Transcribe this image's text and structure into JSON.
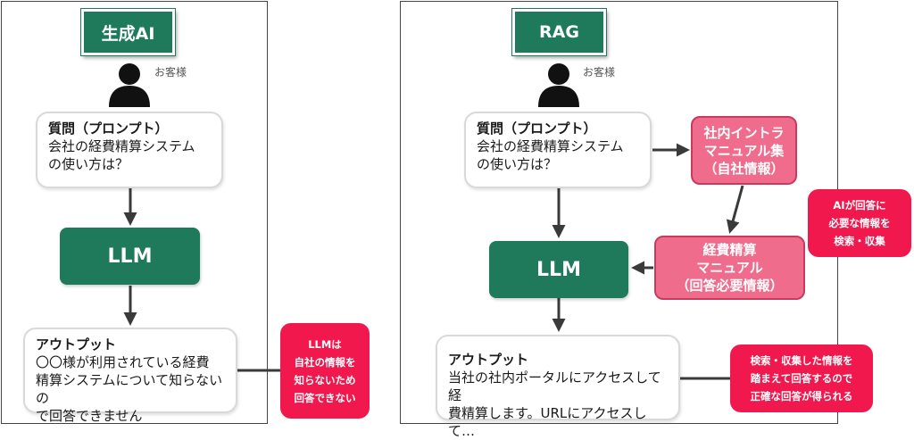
{
  "left": {
    "badge": "生成AI",
    "customer_label": "お客様",
    "question": {
      "title": "質問（プロンプト）",
      "lines": [
        "会社の経費精算システム",
        "の使い方は？"
      ]
    },
    "llm_label": "LLM",
    "output": {
      "title": "アウトプット",
      "lines": [
        "〇〇様が利用されている経費",
        "精算システムについて知らないの",
        "で回答できません"
      ]
    },
    "note": [
      "LLMは",
      "自社の情報を",
      "知らないため",
      "回答できない"
    ]
  },
  "right": {
    "badge": "RAG",
    "customer_label": "お客様",
    "question": {
      "title": "質問（プロンプト）",
      "lines": [
        "会社の経費精算システム",
        "の使い方は？"
      ]
    },
    "intranet": [
      "社内イントラ",
      "マニュアル集",
      "（自社情報）"
    ],
    "ai_note": [
      "AIが回答に",
      "必要な情報を",
      "検索・収集"
    ],
    "manual": [
      "経費精算",
      "マニュアル",
      "（回答必要情報）"
    ],
    "llm_label": "LLM",
    "output": {
      "title": "アウトプット",
      "lines": [
        "当社の社内ポータルにアクセスして経",
        "費精算します。URLにアクセスして…"
      ]
    },
    "note": [
      "検索・収集した情報を",
      "踏まえて回答するので",
      "正確な回答が得られる"
    ]
  },
  "colors": {
    "green": "#1f7a5c",
    "pink": "#f06c8c",
    "red": "#f0184c",
    "arrow": "#3a3a3a"
  },
  "icons": [
    "person-icon"
  ]
}
